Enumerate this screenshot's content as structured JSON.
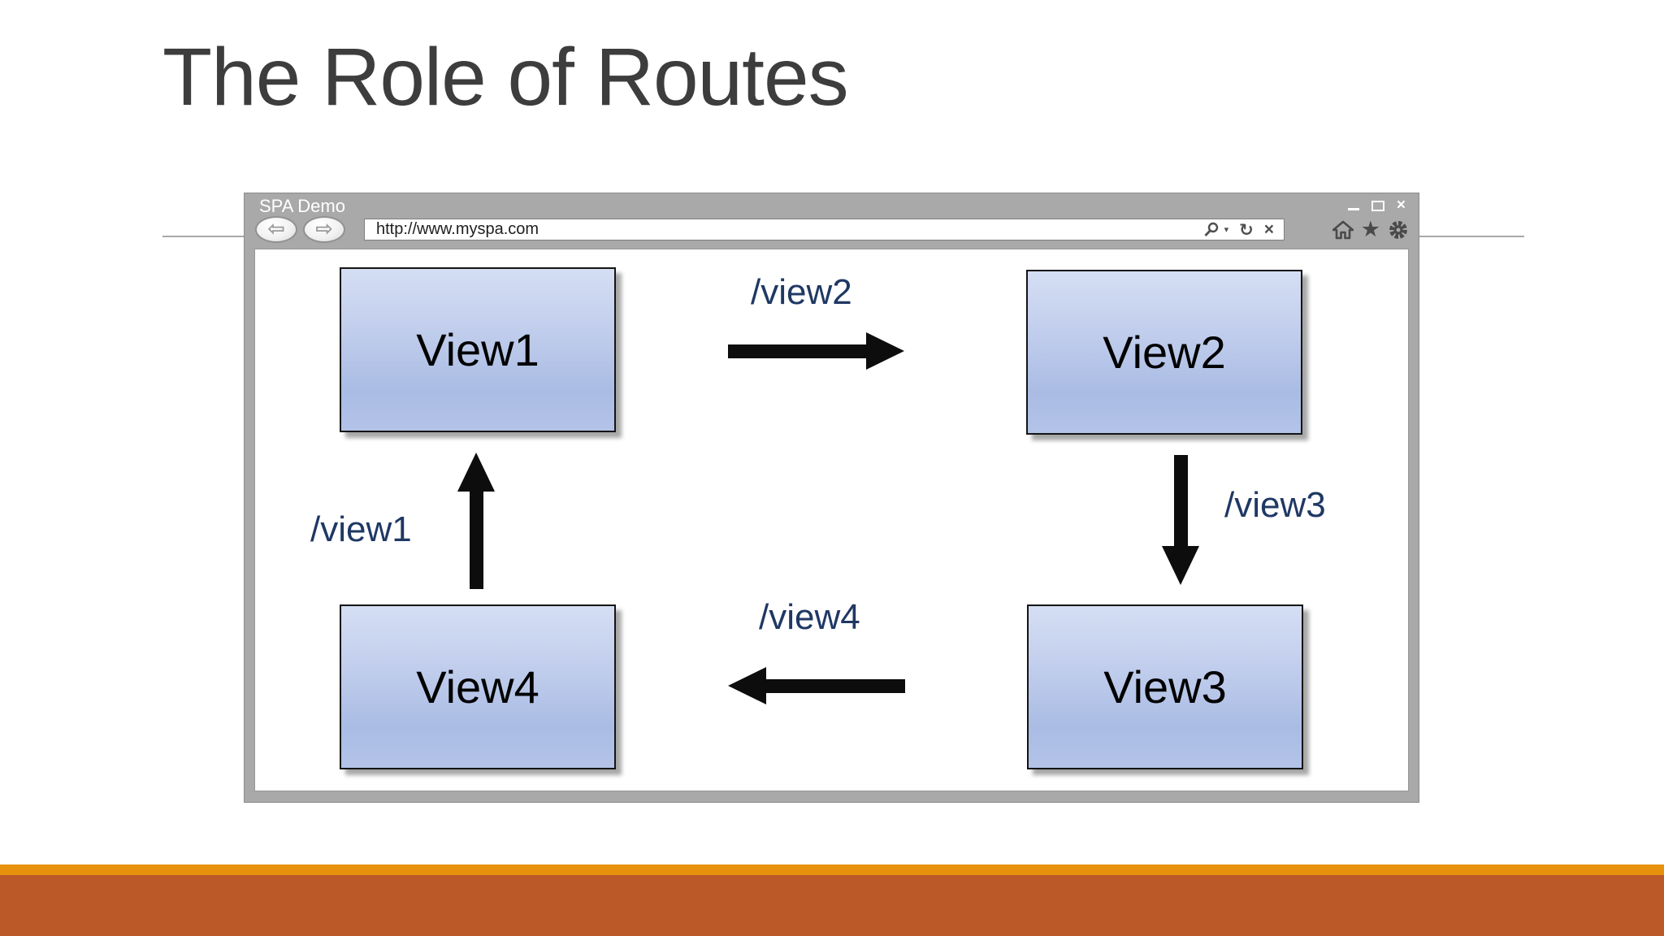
{
  "slide": {
    "title": "The Role of Routes"
  },
  "browser": {
    "window_title": "SPA Demo",
    "url_value": "http://www.myspa.com",
    "chrome_color": "#a9a9a9",
    "icons": {
      "back_arrow": "⇦",
      "forward_arrow": "⇨",
      "search_caret": "▾",
      "refresh": "↻",
      "stop": "×",
      "star": "★",
      "close": "×"
    }
  },
  "diagram": {
    "label_color": "#1F3864",
    "node_fill_top": "#d4def3",
    "node_fill_bottom": "#aabce4",
    "nodes": [
      {
        "id": "view1",
        "label": "View1"
      },
      {
        "id": "view2",
        "label": "View2"
      },
      {
        "id": "view3",
        "label": "View3"
      },
      {
        "id": "view4",
        "label": "View4"
      }
    ],
    "routes": [
      {
        "label": "/view2",
        "from": "View1",
        "to": "View2",
        "direction": "right"
      },
      {
        "label": "/view3",
        "from": "View2",
        "to": "View3",
        "direction": "down"
      },
      {
        "label": "/view4",
        "from": "View3",
        "to": "View4",
        "direction": "left"
      },
      {
        "label": "/view1",
        "from": "View4",
        "to": "View1",
        "direction": "up"
      }
    ]
  },
  "footer": {
    "accent_orange": "#E8910C",
    "accent_rust": "#BB5A28"
  }
}
